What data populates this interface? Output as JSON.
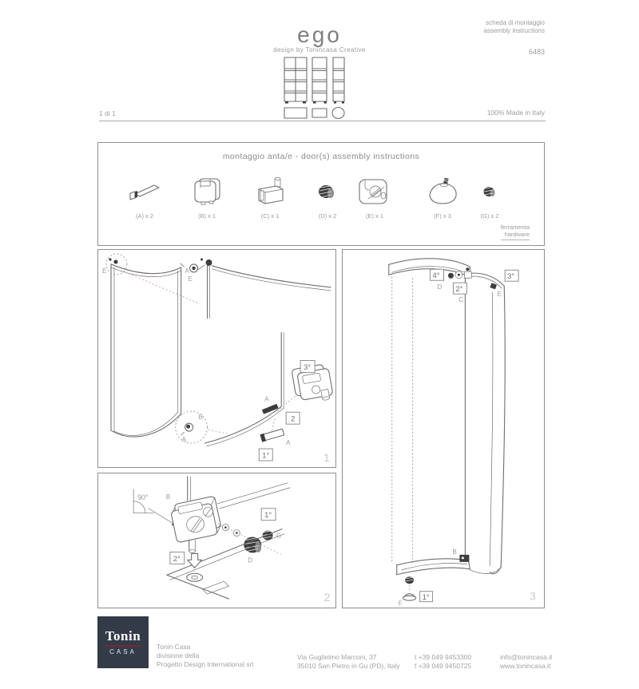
{
  "header": {
    "product_name": "ego",
    "product_subtitle": "design by Tonincasa Creative",
    "sheet_label_it": "scheda di montaggio",
    "sheet_label_en": "assembly instructions",
    "sheet_code": "6483",
    "page_indicator": "1 di 1",
    "made_in": "100% Made in Italy",
    "variant_icons": [
      "double-shelf-tower-icon",
      "single-shelf-tower-icon",
      "slim-shelf-tower-icon",
      "wide-base-icon",
      "square-base-icon",
      "round-base-icon"
    ]
  },
  "parts_box": {
    "title": "montaggio anta/e - door(s) assembly instructions",
    "parts": [
      {
        "label": "(A) x 2",
        "icon": "corner-bracket-icon"
      },
      {
        "label": "(B) x 1",
        "icon": "glass-clamp-icon"
      },
      {
        "label": "(C) x 1",
        "icon": "pivot-hinge-block-icon"
      },
      {
        "label": "(D) x 2",
        "icon": "knurled-grub-screw-icon"
      },
      {
        "label": "(E) x 1",
        "icon": "pivot-clamp-icon"
      },
      {
        "label": "(F) x 3",
        "icon": "dome-foot-icon"
      },
      {
        "label": "(G) x 2",
        "icon": "set-screw-icon"
      }
    ],
    "hardware_label_it": "ferramenta",
    "hardware_label_en": "hardware"
  },
  "panels": {
    "panel1": {
      "number": "1",
      "labels": {
        "e_corner": "E",
        "a_top": "A",
        "e_detail": "E",
        "b_circle": "B",
        "a_circle": "A",
        "a_rail": "A",
        "step_2": "2",
        "step_3": "3°",
        "a_bracket": "A",
        "step_1": "1°"
      }
    },
    "panel2": {
      "number": "2",
      "labels": {
        "angle": "90°",
        "b": "B",
        "step_1": "1°",
        "g": "G",
        "d": "D",
        "step_2": "2°"
      }
    },
    "panel3": {
      "number": "3",
      "labels": {
        "step_4": "4°",
        "d": "D",
        "step_2": "2°",
        "c": "C",
        "step_3": "3°",
        "e": "E",
        "b": "B",
        "f": "F",
        "step_1": "1°"
      }
    }
  },
  "footer": {
    "logo": {
      "title": "Tonin",
      "subtitle": "CASA"
    },
    "company_lines": [
      "Tonin Casa",
      "divisione della",
      "Progetto Design International srl"
    ],
    "address_lines": [
      "Via Guglielmo Marconi, 37",
      "35010 San Pietro in Gu (PD), Italy"
    ],
    "contact_lines": [
      "t +39 049 9453300",
      "f +39 049 9450725"
    ],
    "web_lines": [
      "info@tonincasa.it",
      "www.tonincasa.it"
    ]
  },
  "colors": {
    "logo_background": "#333b48",
    "logo_accent_line": "#7a2631",
    "text_gray": "#9a9a9a",
    "drawing_line_gray": "#6f6f6f"
  }
}
